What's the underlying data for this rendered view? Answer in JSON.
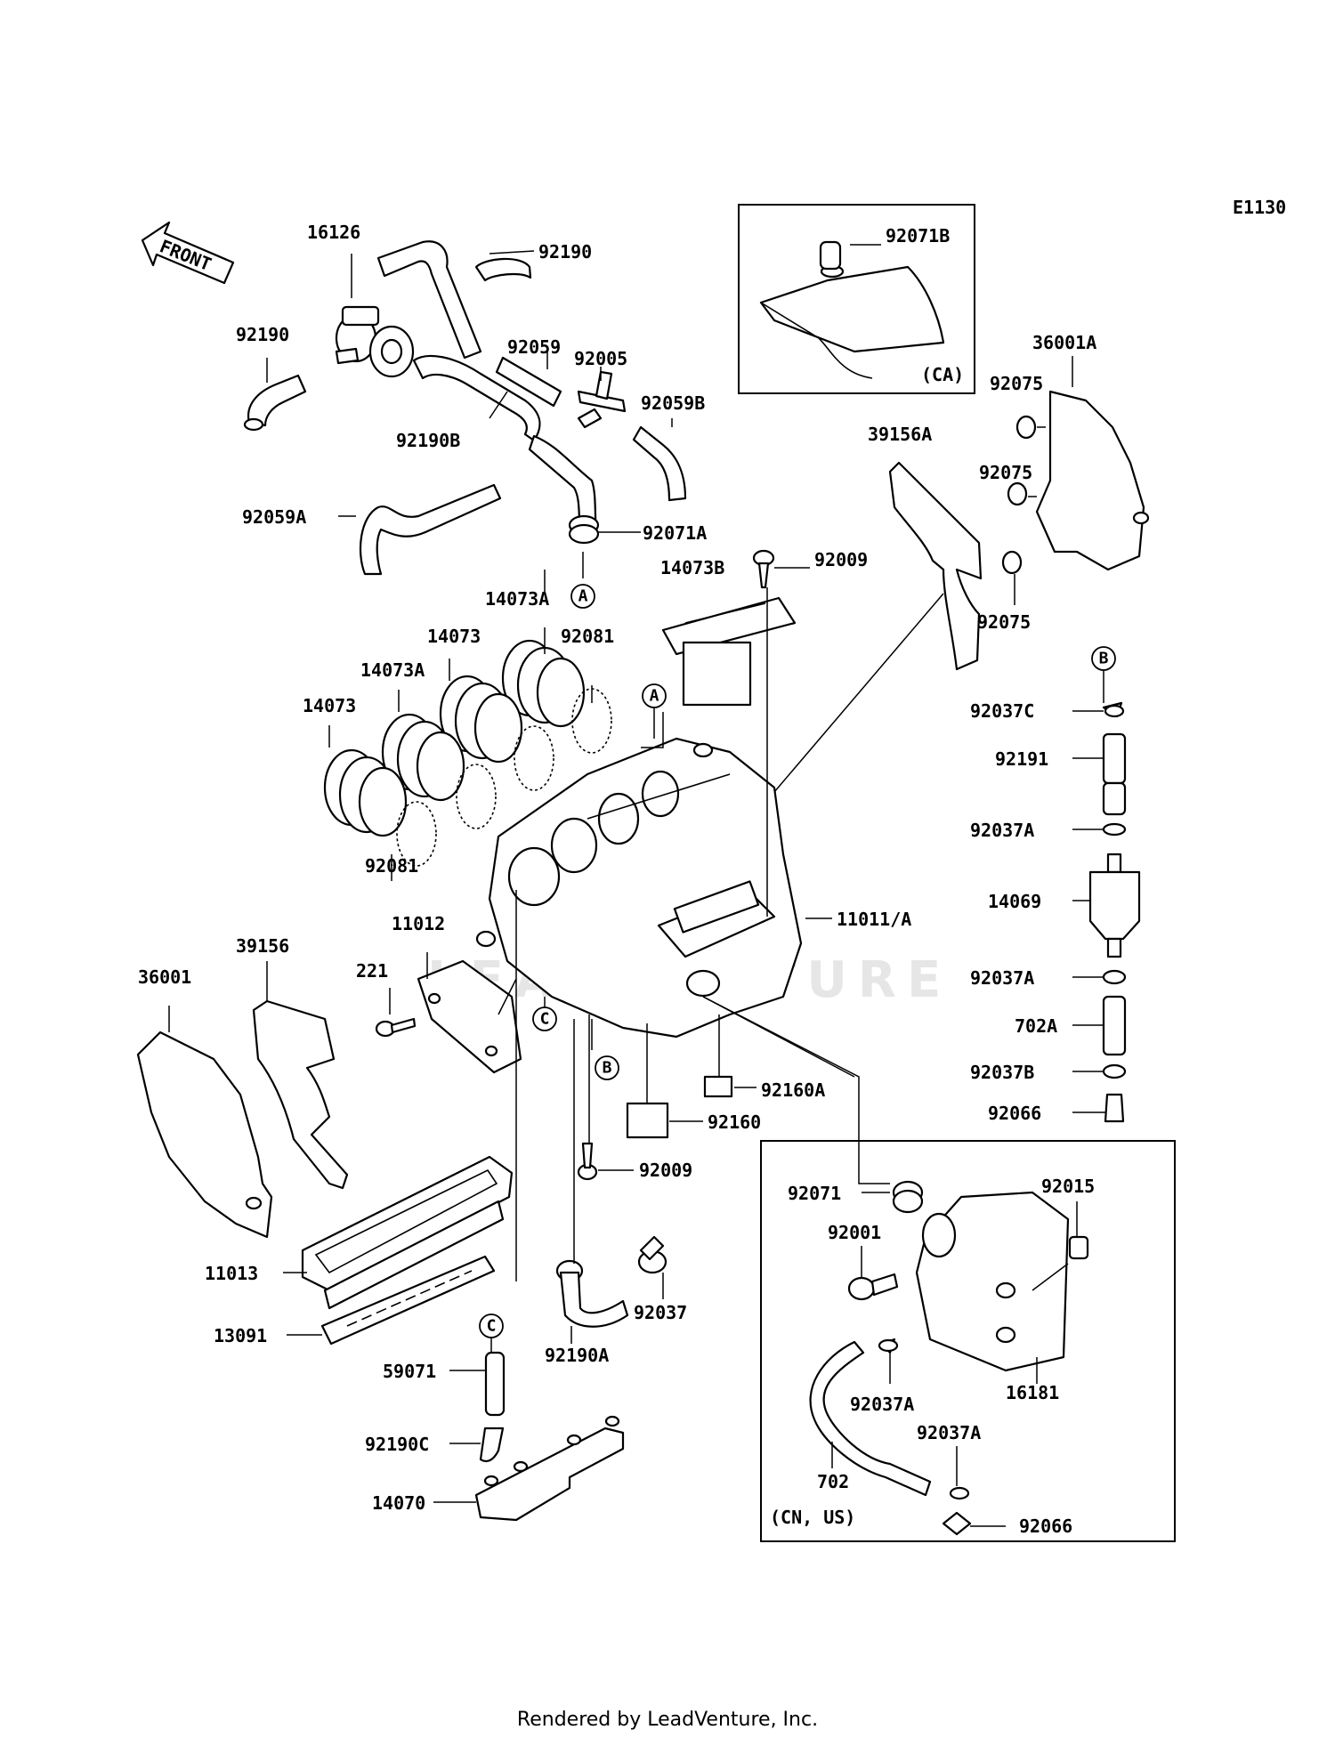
{
  "diagram": {
    "code": "E1130",
    "front_arrow_label": "FRONT",
    "watermark": "LEADVENTURE",
    "inset_ca": {
      "region": "(CA)"
    },
    "inset_cn_us": {
      "region": "(CN, US)"
    },
    "reference_markers": [
      "A",
      "B",
      "C"
    ],
    "labels": [
      "92190",
      "16126",
      "92190",
      "92059",
      "92005",
      "92059B",
      "92190B",
      "92059A",
      "92071A",
      "14073A",
      "92081",
      "14073",
      "14073A",
      "14073",
      "92081",
      "14073B",
      "92009",
      "39156A",
      "36001A",
      "92075",
      "92075",
      "92075",
      "92071B",
      "11011/A",
      "11012",
      "221",
      "39156",
      "36001",
      "92160A",
      "92160",
      "92009",
      "11013",
      "13091",
      "92190A",
      "92037",
      "59071",
      "92190C",
      "14070",
      "92037C",
      "92191",
      "92037A",
      "14069",
      "92037A",
      "702A",
      "92037B",
      "92066",
      "92071",
      "92015",
      "92001",
      "16181",
      "92037A",
      "92037A",
      "702",
      "92066"
    ]
  },
  "footer": {
    "text": "Rendered by LeadVenture, Inc."
  }
}
